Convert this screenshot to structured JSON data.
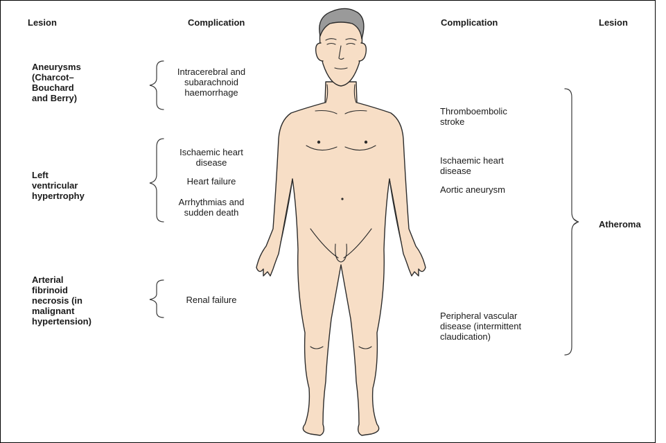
{
  "colors": {
    "skin": "#f7dec6",
    "outline": "#2b2b2b",
    "hair": "#9a9a9a",
    "frame": "#000000"
  },
  "headers": {
    "left_lesion": "Lesion",
    "left_complication": "Complication",
    "right_complication": "Complication",
    "right_lesion": "Lesion"
  },
  "left_groups": [
    {
      "lesion": "Aneurysms\n(Charcot–\nBouchard\nand Berry)",
      "complications": [
        "Intracerebral and\nsubarachnoid\nhaemorrhage"
      ]
    },
    {
      "lesion": "Left\nventricular\nhypertrophy",
      "complications": [
        "Ischaemic heart\ndisease",
        "Heart failure",
        "Arrhythmias and\nsudden death"
      ]
    },
    {
      "lesion": "Arterial\nfibrinoid\nnecrosis (in\nmalignant\nhypertension)",
      "complications": [
        "Renal failure"
      ]
    }
  ],
  "right_group": {
    "lesion": "Atheroma",
    "complications": [
      "Thromboembolic\nstroke",
      "Ischaemic heart\ndisease",
      "Aortic aneurysm",
      "Peripheral vascular\ndisease (intermittent\nclaudication)"
    ]
  }
}
